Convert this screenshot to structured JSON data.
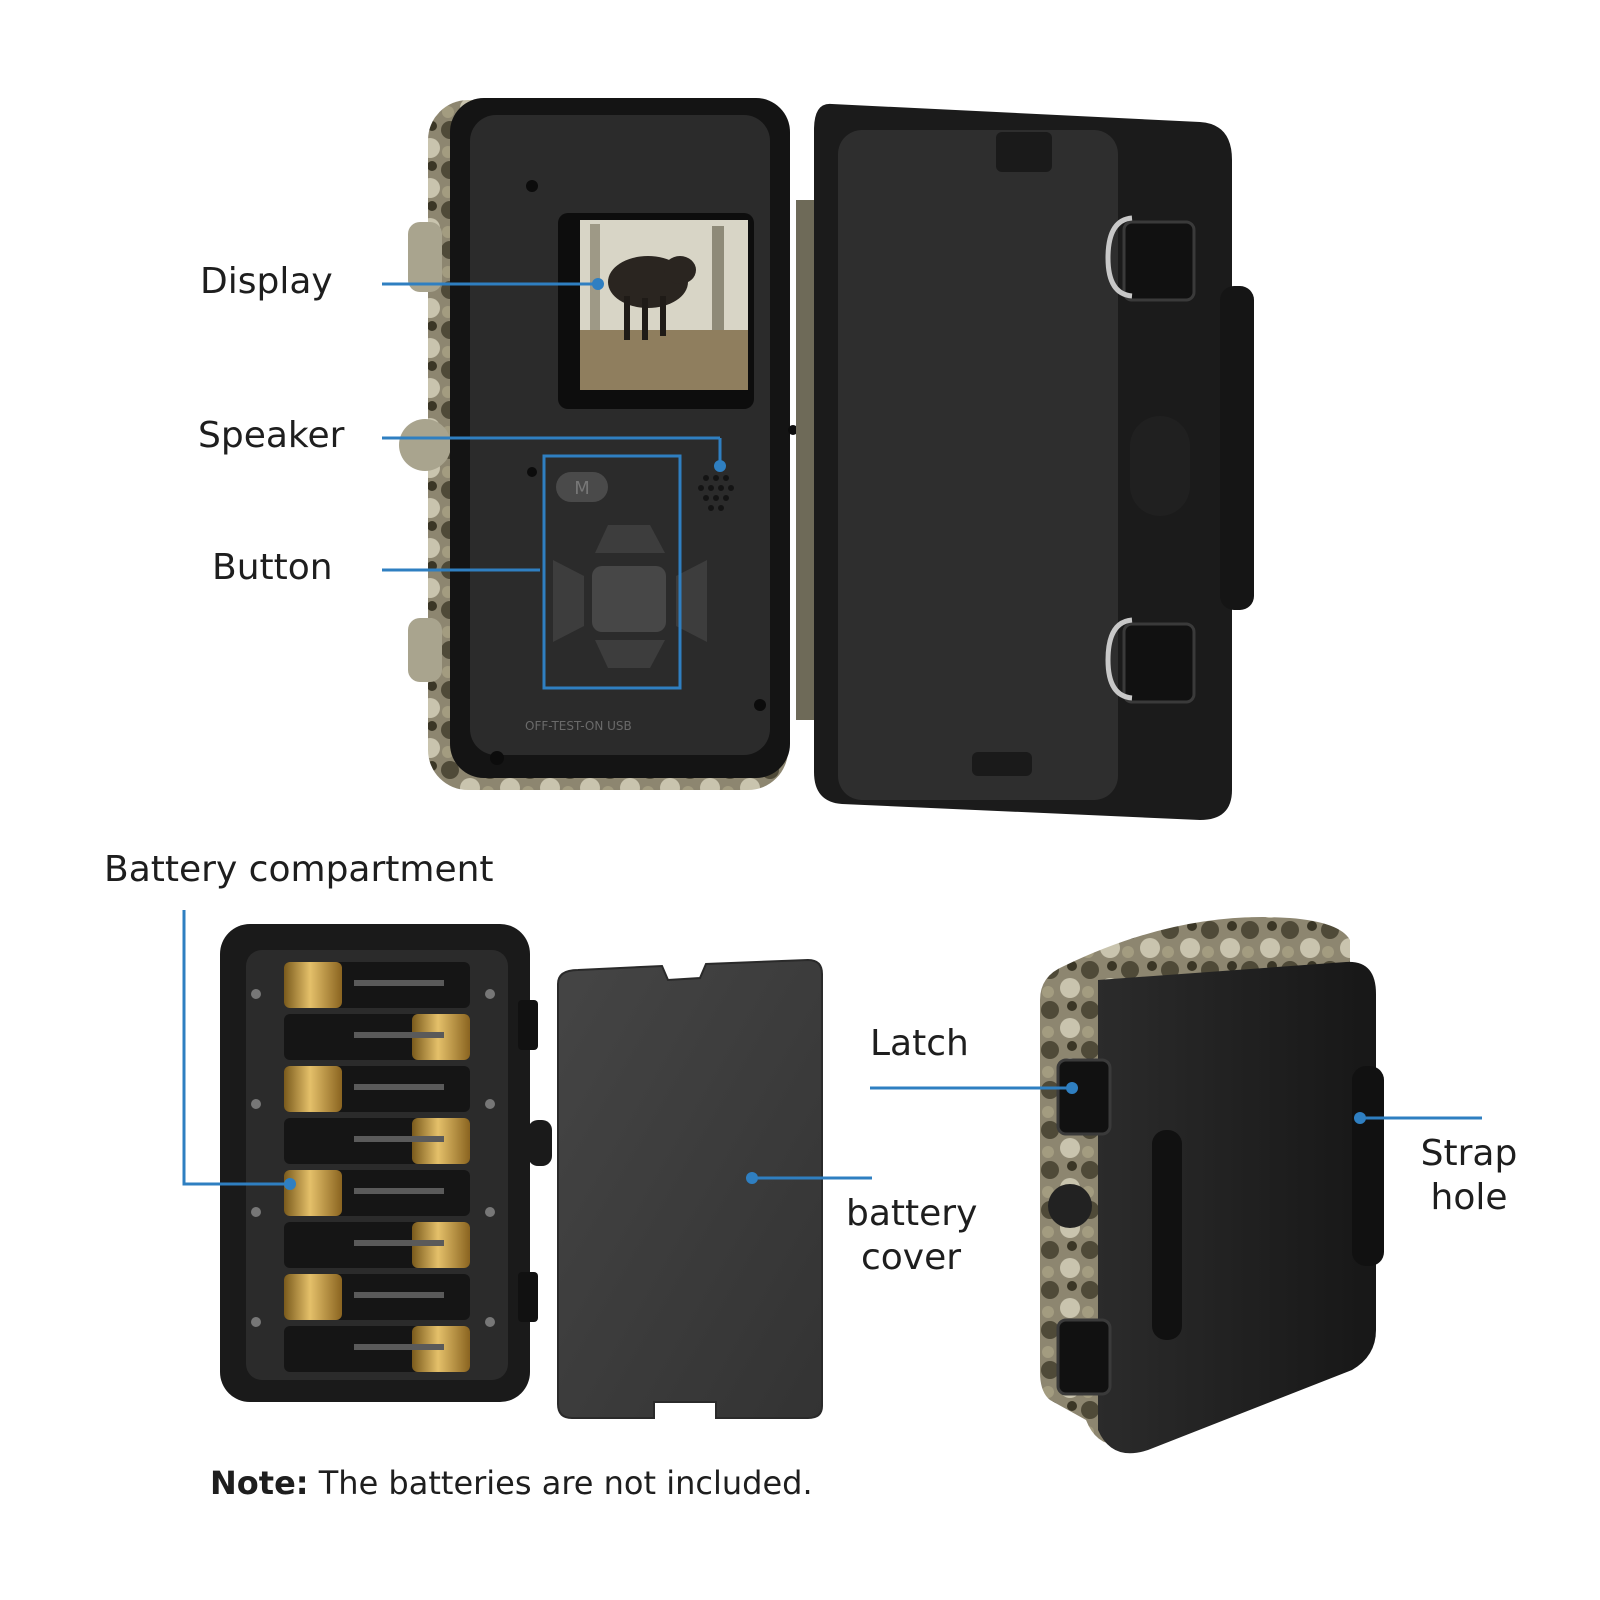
{
  "labels": {
    "display": "Display",
    "speaker": "Speaker",
    "button": "Button",
    "battery_compartment": "Battery compartment",
    "latch": "Latch",
    "battery_cover_line1": "battery",
    "battery_cover_line2": "cover",
    "strap_hole_line1": "Strap",
    "strap_hole_line2": "hole"
  },
  "note": {
    "prefix": "Note:",
    "text": "The batteries are not included."
  },
  "device_text": {
    "mode_button": "M",
    "panel_switch": "OFF-TEST-ON   USB"
  },
  "colors": {
    "callout": "#2f7fc1",
    "housing": "#1b1b1b",
    "panel": "#2a2a2a",
    "cover": "#3a3a3a",
    "camo": "#6b6650",
    "battery_gold": "#c89a3c"
  },
  "icons": [
    "mode-button-icon",
    "up-arrow-icon",
    "down-arrow-icon",
    "left-arrow-icon",
    "right-arrow-icon",
    "ok-button-icon"
  ]
}
